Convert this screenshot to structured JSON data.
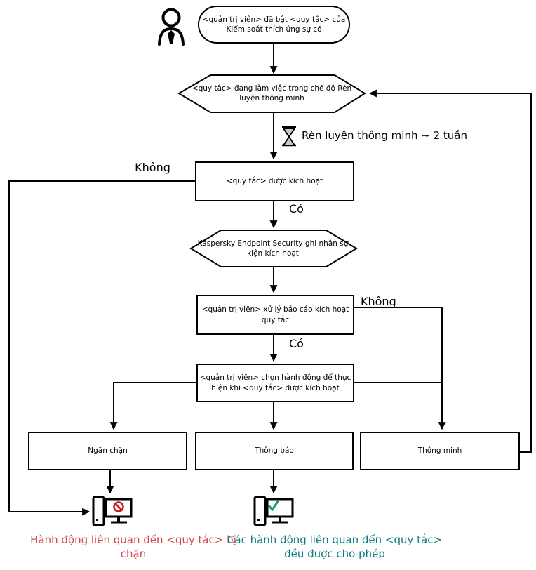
{
  "nodes": {
    "start": "<quản trị viên> đã bật <quy tắc> của Kiểm soát thích ứng sự cố",
    "training_mode": "<quy tắc> đang làm việc trong chế độ Rèn luyện thông minh",
    "rule_triggered": "<quy tắc> được kích hoạt",
    "kes_event": "Kaspersky Endpoint Security ghi nhận sự kiện kích hoạt",
    "process_report": "<quản trị viên> xử lý báo cáo kích hoạt quy tắc",
    "choose_action": "<quản trị viên> chọn hành động để thực hiện khi <quy tắc> được kích hoạt",
    "action_block": "Ngăn chặn",
    "action_notify": "Thông báo",
    "action_smart": "Thông minh"
  },
  "labels": {
    "no_left": "Không",
    "yes_top": "Có",
    "no_right": "Không",
    "yes_bottom": "Có",
    "training_duration": "Rèn luyện thông minh ~ 2 tuần"
  },
  "captions": {
    "blocked": "Hành động liên quan đến <quy tắc> bị chặn",
    "allowed": "Các hành động liên quan đến <quy tắc> đều được cho phép"
  },
  "icons": {
    "user": "user-icon",
    "hourglass": "hourglass-icon",
    "computer_blocked": "computer-blocked-icon",
    "computer_allowed": "computer-allowed-icon",
    "prohibition": "prohibition-icon",
    "check": "check-icon"
  },
  "colors": {
    "line": "#000000",
    "blocked_text": "#d24a50",
    "allowed_text": "#0d7c82",
    "prohibition_red": "#c8161d",
    "check_green": "#0fa06c"
  }
}
